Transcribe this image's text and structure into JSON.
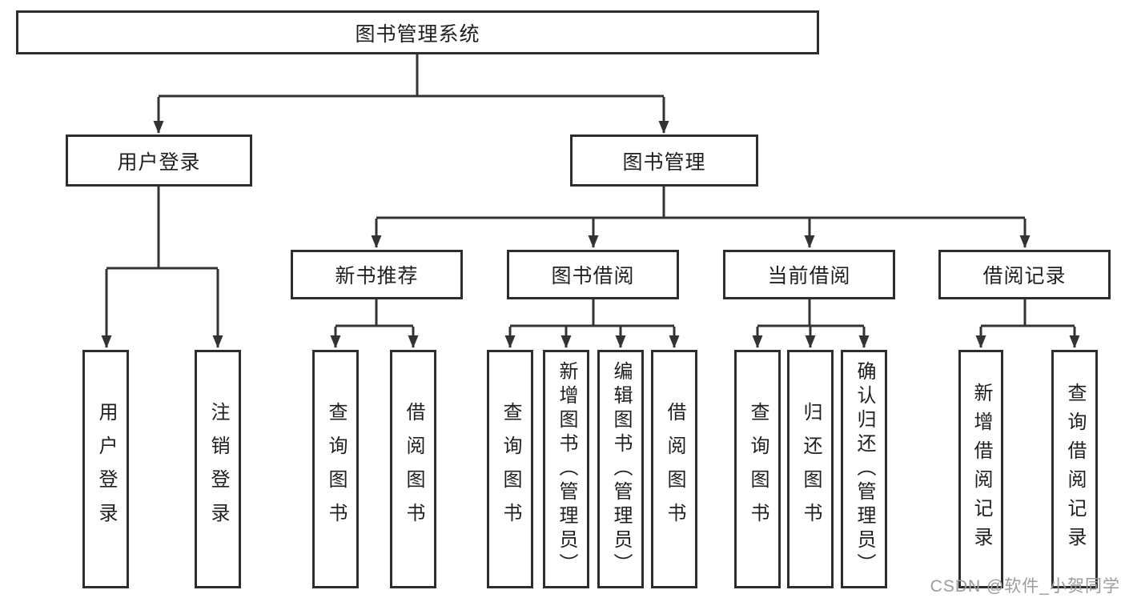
{
  "tree": {
    "label": "图书管理系统",
    "children": [
      {
        "label": "用户登录",
        "children": [
          {
            "label": "用户登录"
          },
          {
            "label": "注销登录"
          }
        ]
      },
      {
        "label": "图书管理",
        "children": [
          {
            "label": "新书推荐",
            "children": [
              {
                "label": "查询图书"
              },
              {
                "label": "借阅图书"
              }
            ]
          },
          {
            "label": "图书借阅",
            "children": [
              {
                "label": "查询图书"
              },
              {
                "label": "新增图书（管理员）"
              },
              {
                "label": "编辑图书（管理员）"
              },
              {
                "label": "借阅图书"
              }
            ]
          },
          {
            "label": "当前借阅",
            "children": [
              {
                "label": "查询图书"
              },
              {
                "label": "归还图书"
              },
              {
                "label": "确认归还（管理员）"
              }
            ]
          },
          {
            "label": "借阅记录",
            "children": [
              {
                "label": "新增借阅记录"
              },
              {
                "label": "查询借阅记录"
              }
            ]
          }
        ]
      }
    ]
  },
  "watermark": "CSDN @软件_小贺同学",
  "colors": {
    "line": "#333333",
    "text": "#1f1f1f",
    "watermark": "#9c9c9c",
    "background": "#ffffff"
  }
}
